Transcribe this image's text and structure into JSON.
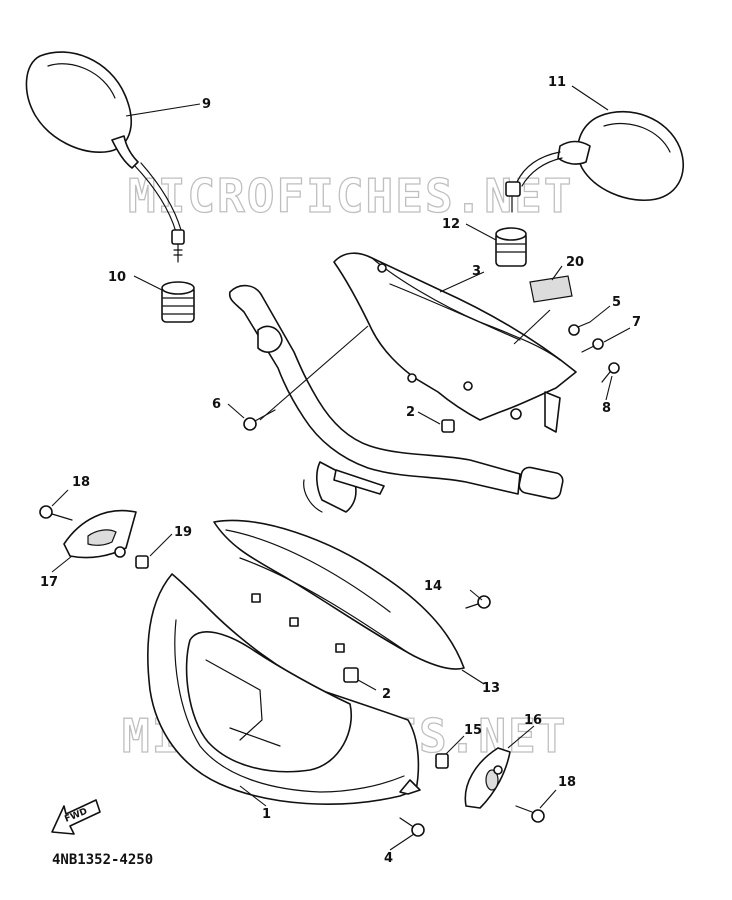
{
  "watermark": {
    "top": "MICROFICHES.NET",
    "bottom": "MICROFICHES.NET"
  },
  "diagram_code": "4NB1352-4250",
  "fwd_label": "FWD",
  "callouts": {
    "c1": "1",
    "c2a": "2",
    "c2b": "2",
    "c3": "3",
    "c4": "4",
    "c5": "5",
    "c6": "6",
    "c7": "7",
    "c8": "8",
    "c9": "9",
    "c10": "10",
    "c11": "11",
    "c12": "12",
    "c13": "13",
    "c14": "14",
    "c15": "15",
    "c16": "16",
    "c17": "17",
    "c18a": "18",
    "c18b": "18",
    "c19": "19",
    "c20": "20"
  }
}
